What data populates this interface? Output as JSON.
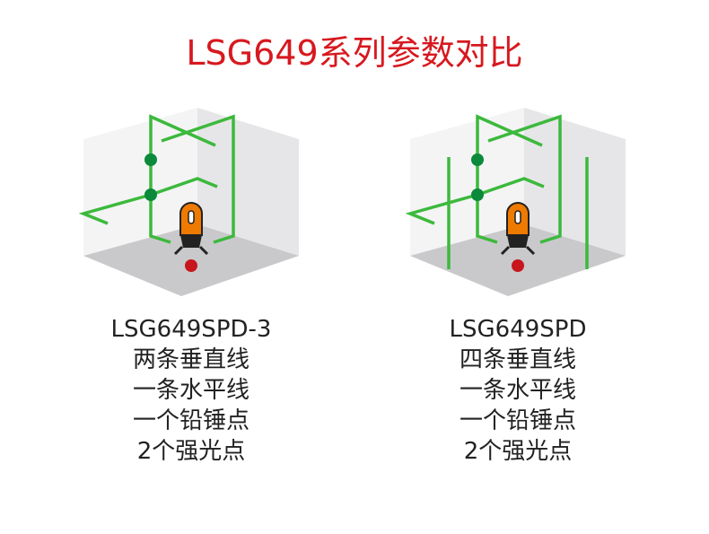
{
  "title": "LSG649系列参数对比",
  "colors": {
    "title": "#d7191f",
    "laser_line": "#3cb93c",
    "dot": "#0a8a3a",
    "body": "#ef7a00",
    "plumb": "#c8161d"
  },
  "products": [
    {
      "model": "LSG649SPD-3",
      "features": [
        "两条垂直线",
        "一条水平线",
        "一个铅锤点",
        "2个强光点"
      ]
    },
    {
      "model": "LSG649SPD",
      "features": [
        "四条垂直线",
        "一条水平线",
        "一个铅锤点",
        "2个强光点"
      ]
    }
  ]
}
